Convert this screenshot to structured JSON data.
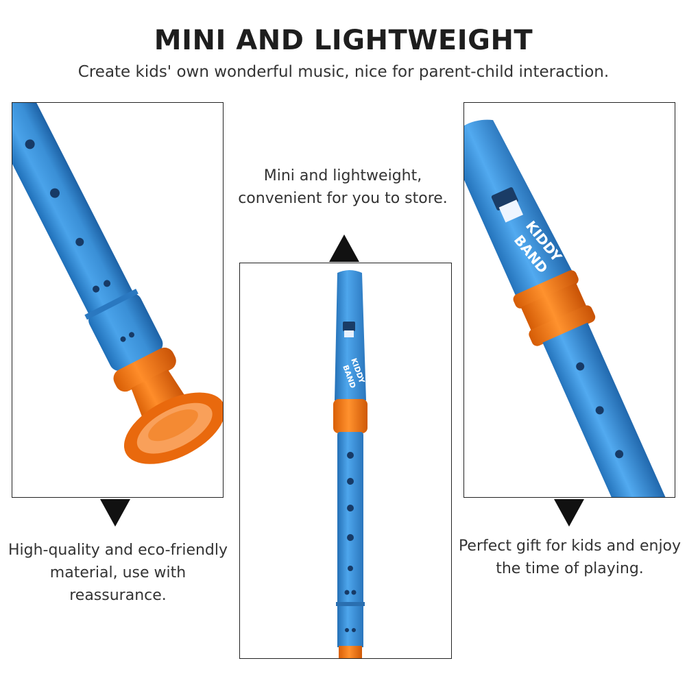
{
  "header": {
    "title": "MINI AND LIGHTWEIGHT",
    "subtitle": "Create kids' own wonderful music, nice for parent-child interaction."
  },
  "captions": {
    "left_line1": "High-quality and eco-friendly",
    "left_line2": "material, use with reassurance.",
    "center_line1": "Mini and lightweight,",
    "center_line2": "convenient for you to store.",
    "right_line1": "Perfect gift for kids and enjoy",
    "right_line2": "the time of playing."
  },
  "brand_logo": "KIDDY BAND",
  "colors": {
    "recorder_blue": "#3a8fd6",
    "recorder_orange": "#f57b17",
    "text": "#333333"
  }
}
